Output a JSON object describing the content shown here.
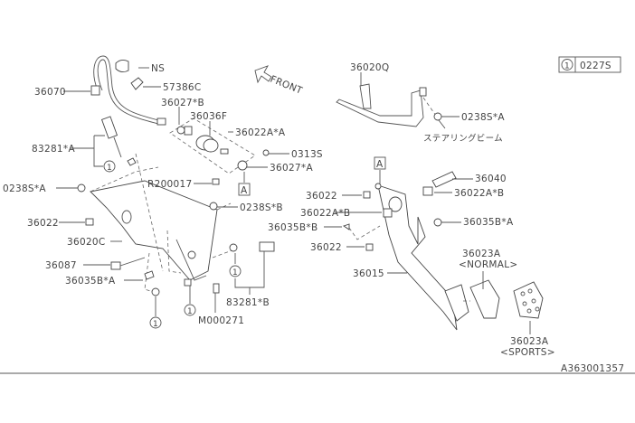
{
  "diagram": {
    "ref_number": "A363001357",
    "legend": {
      "symbol": "1",
      "part": "0227S"
    },
    "front_label": "FRONT",
    "ref_box_label": "A",
    "steering_beam_label": "ステアリングビーム",
    "circle_ref": "1",
    "parts": {
      "ns": "NS",
      "p57386c": "57386C",
      "p36070": "36070",
      "p36027b": "36027*B",
      "p36036f": "36036F",
      "p36022aa": "36022A*A",
      "p83281a": "83281*A",
      "p0313s": "0313S",
      "p36027a": "36027*A",
      "r200017": "R200017",
      "p0238sa_left": "0238S*A",
      "p0238sb": "0238S*B",
      "p36022_left": "36022",
      "p36020c": "36020C",
      "p36087": "36087",
      "p36035ba_left": "36035B*A",
      "p83281b": "83281*B",
      "m000271": "M000271",
      "p36020q": "36020Q",
      "p0238sa_right": "0238S*A",
      "p36040": "36040",
      "p36022_r1": "36022",
      "p36022ab_right": "36022A*B",
      "p36022ab_left": "36022A*B",
      "p36035ba_right": "36035B*A",
      "p36035bb": "36035B*B",
      "p36022_r2": "36022",
      "p36015": "36015",
      "p36023a_normal": "36023A",
      "normal_label": "<NORMAL>",
      "p36023a_sports": "36023A",
      "sports_label": "<SPORTS>"
    }
  }
}
